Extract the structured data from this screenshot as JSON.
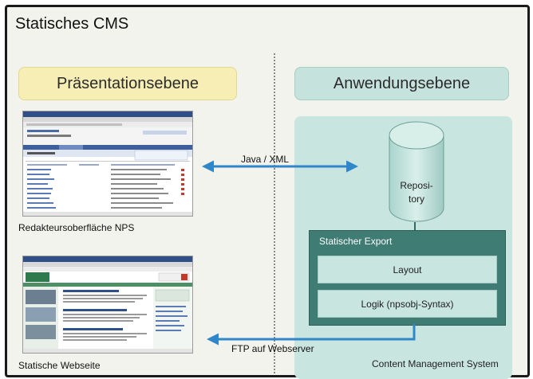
{
  "title": "Statisches CMS",
  "presentation_layer": "Präsentationsebene",
  "application_layer": "Anwendungsebene",
  "repository": {
    "line1": "Reposi-",
    "line2": "tory"
  },
  "export": {
    "title": "Statischer Export",
    "layout": "Layout",
    "logic": "Logik (npsobj-Syntax)"
  },
  "cms_label": "Content Management System",
  "arrows": {
    "java_xml": "Java / XML",
    "ftp": "FTP auf Webserver"
  },
  "captions": {
    "nps": "Redakteursoberfläche NPS",
    "web": "Statische Webseite"
  },
  "colors": {
    "presentation_band": "#f7eeb6",
    "application_band": "#c6e2dc",
    "export_box": "#3e7c74",
    "arrow": "#2f86c9"
  }
}
